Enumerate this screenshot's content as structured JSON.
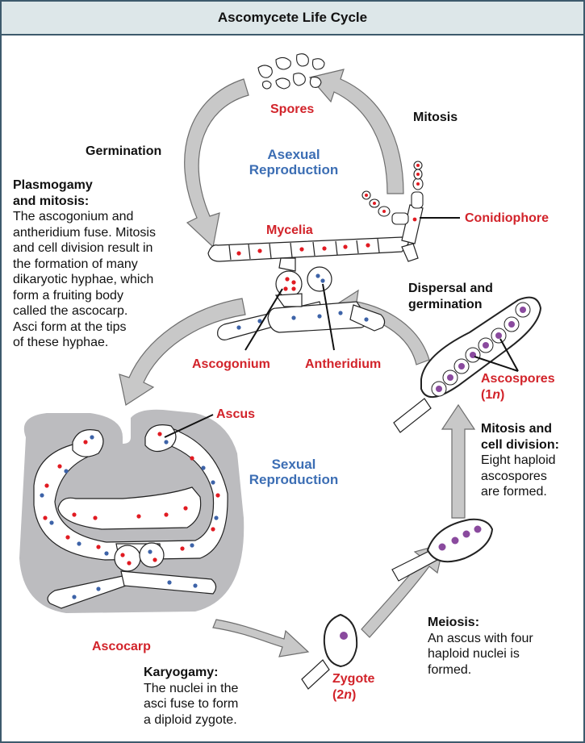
{
  "title": "Ascomycete Life Cycle",
  "labels": {
    "spores": "Spores",
    "mitosis": "Mitosis",
    "germination": "Germination",
    "asexual_1": "Asexual",
    "asexual_2": "Reproduction",
    "mycelia": "Mycelia",
    "conidiophore": "Conidiophore",
    "ascogonium": "Ascogonium",
    "antheridium": "Antheridium",
    "dispersal_1": "Dispersal and",
    "dispersal_2": "germination",
    "ascospores_1": "Ascospores",
    "ascospores_2_pre": "(1",
    "ascospores_2_ital": "n",
    "ascospores_2_post": ")",
    "ascus": "Ascus",
    "sexual_1": "Sexual",
    "sexual_2": "Reproduction",
    "ascocarp": "Ascocarp",
    "zygote_1": "Zygote",
    "zygote_2_pre": "(2",
    "zygote_2_ital": "n",
    "zygote_2_post": ")"
  },
  "plasmogamy": {
    "heading": [
      "Plasmogamy",
      "and mitosis:"
    ],
    "lines": [
      "The ascogonium and",
      "antheridium fuse. Mitosis",
      "and cell division result in",
      "the formation of many",
      "dikaryotic hyphae, which",
      "form a fruiting body",
      "called the ascocarp.",
      "Asci form at the tips",
      "of these hyphae."
    ]
  },
  "mitosis_division": {
    "heading": [
      "Mitosis and",
      "cell division:"
    ],
    "lines": [
      "Eight haploid",
      "ascospores",
      "are formed."
    ]
  },
  "meiosis": {
    "heading": [
      "Meiosis:"
    ],
    "lines": [
      "An ascus with four",
      "haploid nuclei is",
      "formed."
    ]
  },
  "karyogamy": {
    "heading": [
      "Karyogamy:"
    ],
    "lines": [
      "The nuclei in the",
      "asci fuse to form",
      "a diploid zygote."
    ]
  },
  "colors": {
    "label_red": "#d2232a",
    "label_blue": "#3c6eb4",
    "border": "#3d5a6c",
    "title_bg": "#dde7e9",
    "arrow_fill": "#c8c8c8",
    "ascocarp_fill": "#bcbcbf",
    "nucleus_red": "#e11b22",
    "nucleus_blue": "#3d63a8",
    "nucleus_purple": "#8a4a9e"
  }
}
